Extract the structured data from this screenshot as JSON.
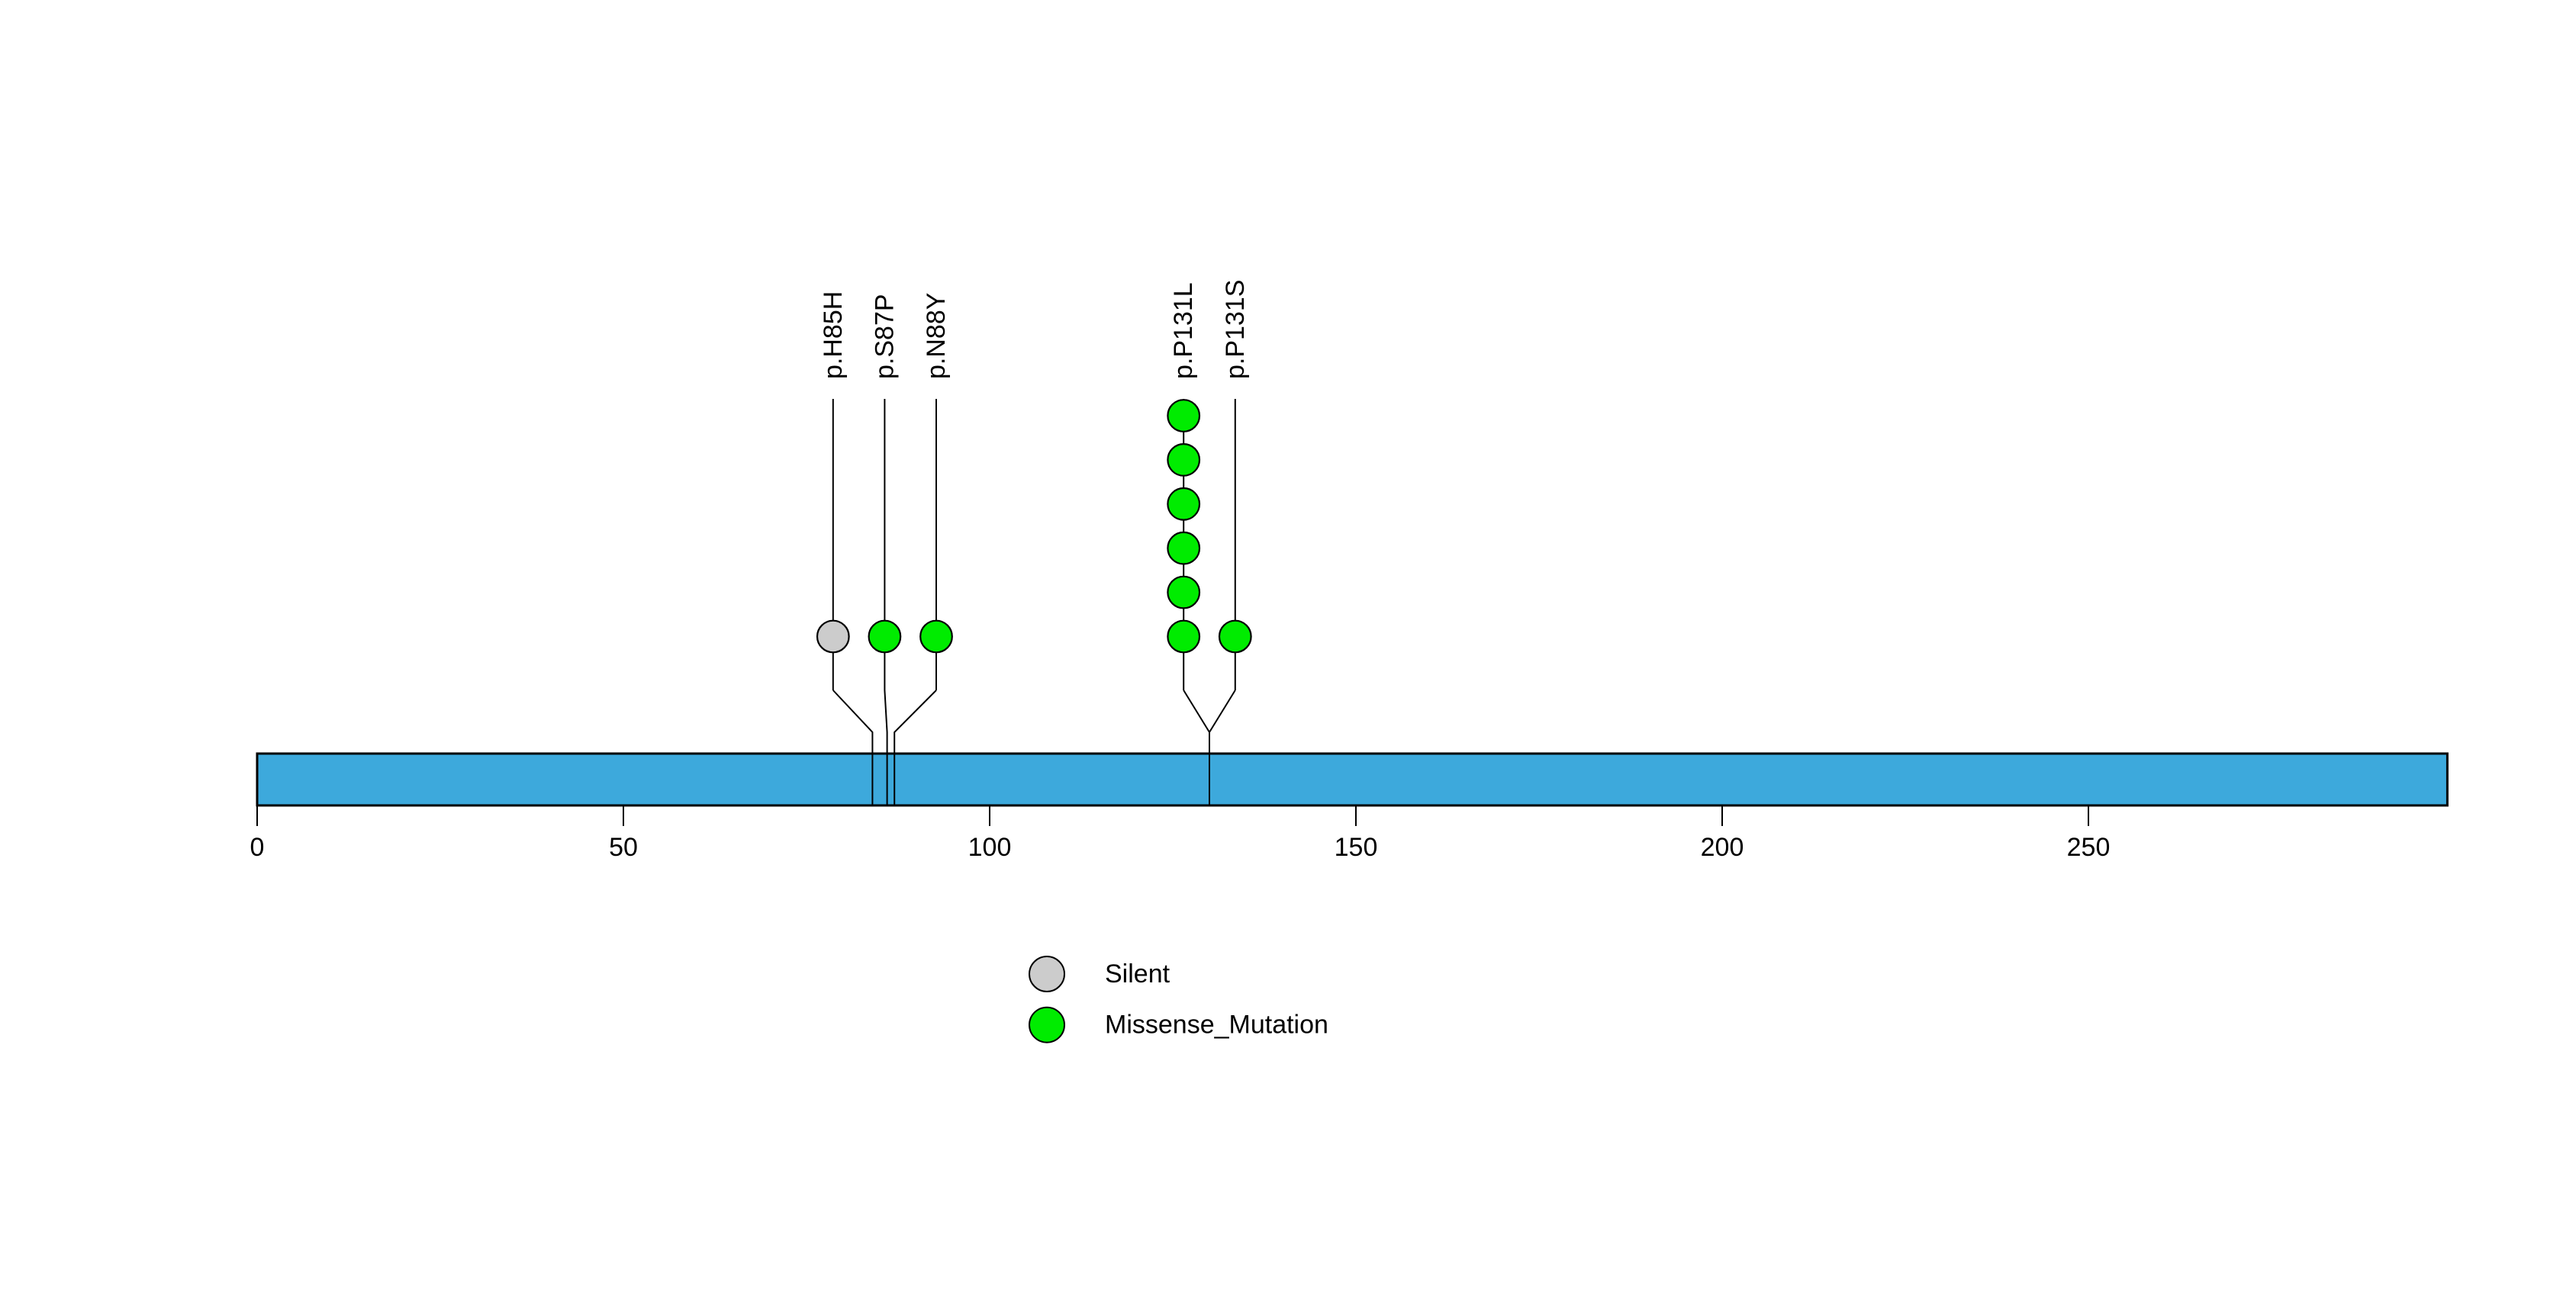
{
  "chart_data": {
    "type": "lollipop",
    "title": "",
    "xlabel": "",
    "ylabel": "",
    "grid": false,
    "legend_position": "bottom-center",
    "axis": {
      "min": 0,
      "max": 299,
      "ticks": [
        0,
        50,
        100,
        150,
        200,
        250
      ]
    },
    "protein": {
      "length": 299
    },
    "mutations": [
      {
        "label": "p.H85H",
        "position": 85,
        "count": 1,
        "type": "Silent"
      },
      {
        "label": "p.S87P",
        "position": 87,
        "count": 1,
        "type": "Missense_Mutation"
      },
      {
        "label": "p.N88Y",
        "position": 88,
        "count": 1,
        "type": "Missense_Mutation"
      },
      {
        "label": "p.P131L",
        "position": 131,
        "count": 6,
        "type": "Missense_Mutation"
      },
      {
        "label": "p.P131S",
        "position": 131,
        "count": 1,
        "type": "Missense_Mutation"
      }
    ],
    "legend": [
      {
        "label": "Silent",
        "color": "#CCCCCC"
      },
      {
        "label": "Missense_Mutation",
        "color": "#00EC00"
      }
    ],
    "colors": {
      "protein_bar": "#3DA9DC",
      "silent": "#CCCCCC",
      "missense": "#00EC00",
      "line": "#000000",
      "background": "#FFFFFF"
    }
  }
}
